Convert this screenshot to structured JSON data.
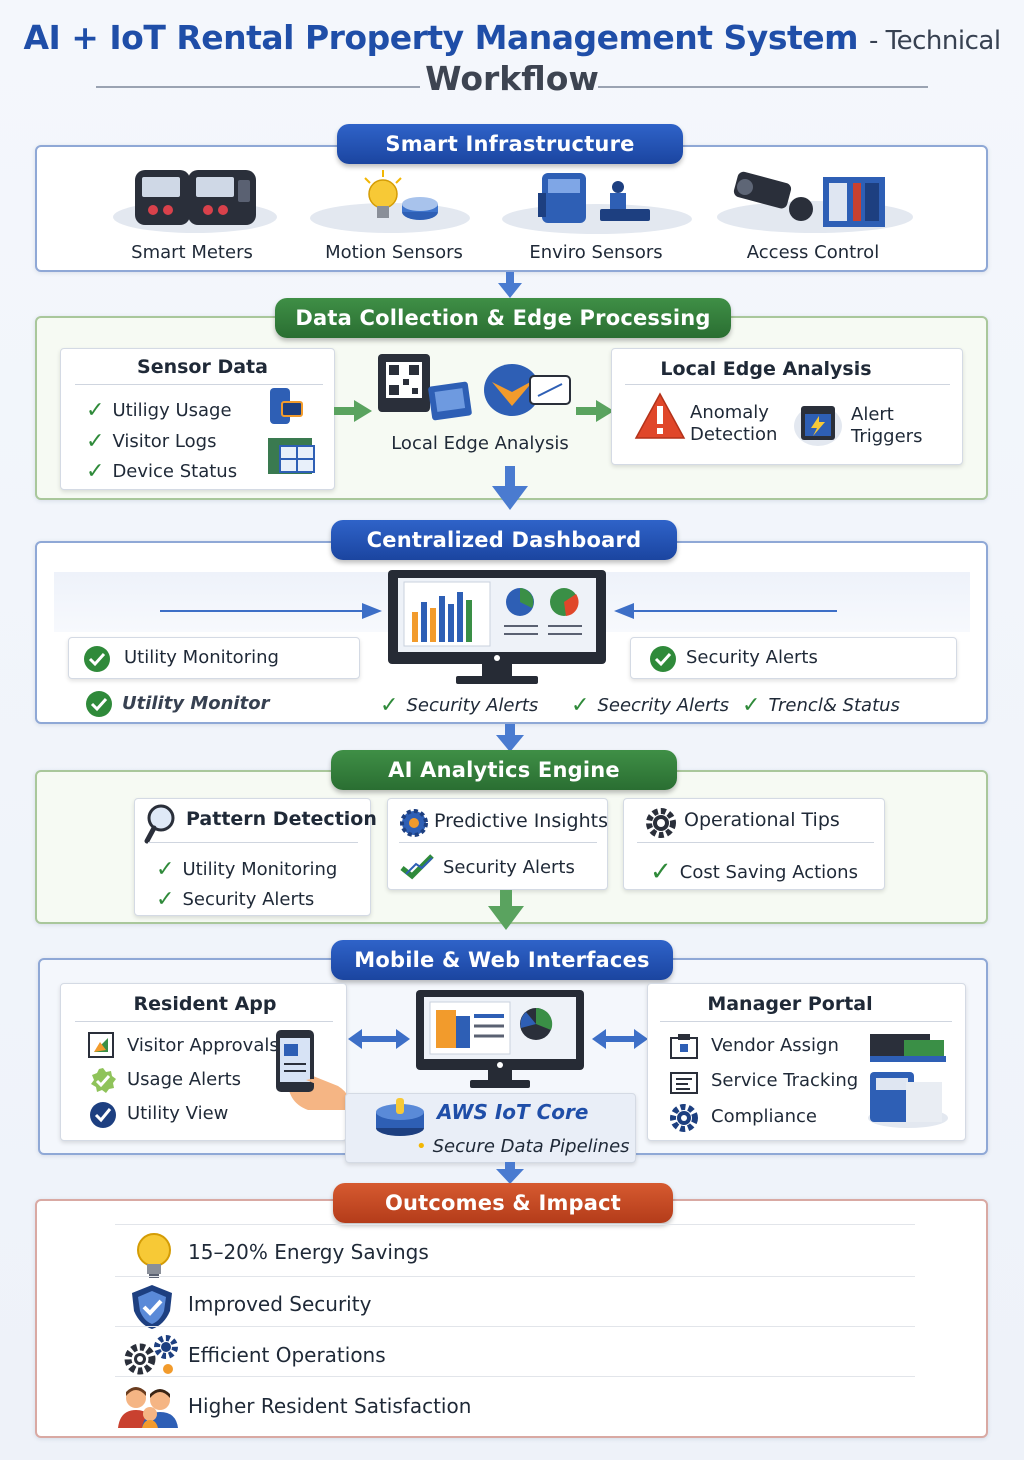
{
  "title": {
    "main": "AI + IoT Rental Property Management System",
    "suffix": "- Technical",
    "line2": "Workflow"
  },
  "smart_infrastructure": {
    "banner": "Smart Infrastructure",
    "items": [
      "Smart Meters",
      "Motion Sensors",
      "Enviro Sensors",
      "Access Control"
    ]
  },
  "data_collection": {
    "banner": "Data Collection & Edge Processing",
    "sensor_card": {
      "title": "Sensor Data",
      "items": [
        "Utiligy Usage",
        "Visitor Logs",
        "Device Status"
      ]
    },
    "center_label": "Local Edge Analysis",
    "edge_card": {
      "title": "Local Edge Analysis",
      "anomaly": [
        "Anomaly",
        "Detection"
      ],
      "alert": [
        "Alert",
        "Triggers"
      ]
    }
  },
  "dashboard": {
    "banner": "Centralized Dashboard",
    "left_panel": "Utility Monitoring",
    "right_panel": "Security Alerts",
    "bottom_items": [
      "Utility Monitor",
      "Security Alerts",
      "Seecrity Alerts",
      "Trencl& Status"
    ]
  },
  "ai_engine": {
    "banner": "AI Analytics Engine",
    "pattern": {
      "title": "Pattern Detection",
      "items": [
        "Utility Monitoring",
        "Security Alerts"
      ]
    },
    "predictive": {
      "title": "Predictive Insights",
      "items": [
        "Security Alerts"
      ]
    },
    "operational": {
      "title": "Operational Tips",
      "items": [
        "Cost Saving Actions"
      ]
    }
  },
  "interfaces": {
    "banner": "Mobile & Web Interfaces",
    "resident": {
      "title": "Resident App",
      "items": [
        "Visitor Approvals",
        "Usage Alerts",
        "Utility View"
      ]
    },
    "aws": {
      "title": "AWS IoT Core",
      "subtitle": "Secure Data Pipelines"
    },
    "manager": {
      "title": "Manager Portal",
      "items": [
        "Vendor Assign",
        "Service Tracking",
        "Compliance"
      ]
    }
  },
  "outcomes": {
    "banner": "Outcomes & Impact",
    "items": [
      "15–20% Energy Savings",
      "Improved Security",
      "Efficient Operations",
      "Higher Resident Satisfaction"
    ]
  },
  "colors": {
    "blue": "#1f4ea8",
    "green": "#2f8a3a",
    "red": "#c2461f"
  }
}
